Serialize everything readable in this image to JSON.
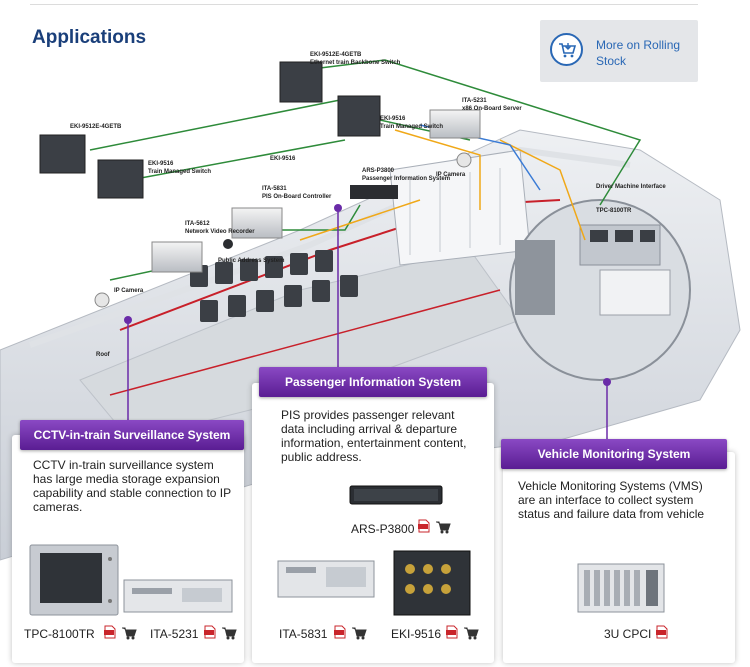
{
  "page_title": "Applications",
  "more_link": {
    "text": "More on Rolling Stock",
    "icon": "shopping-cart-icon"
  },
  "diagram_labels": {
    "eki9512_top": "EKI-9512E-4GETB",
    "eki9512_top_sub": "Ethernet train Backbone Switch",
    "eki9512_left": "EKI-9512E-4GETB",
    "eki9516_left": "EKI-9516",
    "eki9516_left_sub": "Train Managed Switch",
    "eki9516_right": "EKI-9516",
    "eki9516_right_sub": "Train Managed Switch",
    "eki9516_line": "EKI-9516",
    "ita5231": "ITA-5231",
    "ita5231_sub": "x86 On-Board Server",
    "ars_p3800": "ARS-P3800",
    "ars_p3800_sub": "Passenger Information System",
    "ip_camera_top": "IP Camera",
    "ita5831": "ITA-5831",
    "ita5831_sub": "PIS On-Board Controller",
    "ita5612": "ITA-5612",
    "ita5612_sub": "Network Video Recorder",
    "public_address": "Public Address System",
    "ip_camera_left": "IP Camera",
    "roof": "Roof",
    "dmi": "Driver Machine Interface",
    "tpc8100tr": "TPC-8100TR"
  },
  "cards": {
    "cctv": {
      "title": "CCTV-in-train Surveillance System",
      "description": "CCTV in-train surveillance system has large media storage expansion capability and stable connection to IP cameras.",
      "products": [
        {
          "name": "TPC-8100TR",
          "pdf_icon": "pdf-icon",
          "cart_icon": "cart-icon"
        },
        {
          "name": "ITA-5231",
          "pdf_icon": "pdf-icon",
          "cart_icon": "cart-icon"
        }
      ]
    },
    "pis": {
      "title": "Passenger Information System",
      "description": "PIS provides passenger relevant data including arrival & departure information, entertainment content, public address.",
      "products": [
        {
          "name": "ARS-P3800",
          "pdf_icon": "pdf-icon",
          "cart_icon": "cart-icon"
        },
        {
          "name": "ITA-5831",
          "pdf_icon": "pdf-icon",
          "cart_icon": "cart-icon"
        },
        {
          "name": "EKI-9516",
          "pdf_icon": "pdf-icon",
          "cart_icon": "cart-icon"
        }
      ]
    },
    "vms": {
      "title": "Vehicle Monitoring System",
      "description": "Vehicle Monitoring Systems (VMS) are an interface to collect system status and failure data from vehicle",
      "products": [
        {
          "name": "3U CPCI",
          "pdf_icon": "pdf-icon"
        }
      ]
    }
  },
  "colors": {
    "accent": "#6a2ba8",
    "title": "#1a3f7a",
    "link": "#2a68b5"
  }
}
